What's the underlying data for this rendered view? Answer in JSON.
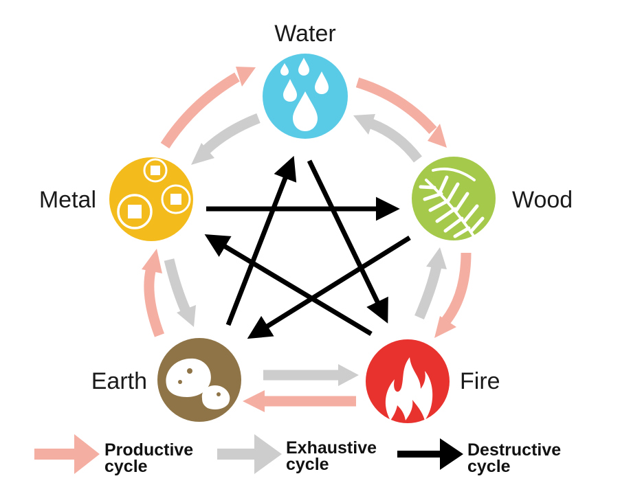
{
  "elements": {
    "water": {
      "label": "Water",
      "color": "#5acbe6",
      "icon": "water-drops-icon"
    },
    "wood": {
      "label": "Wood",
      "color": "#a5c94a",
      "icon": "leaf-icon"
    },
    "fire": {
      "label": "Fire",
      "color": "#e8322e",
      "icon": "flame-icon"
    },
    "earth": {
      "label": "Earth",
      "color": "#8e7447",
      "icon": "rocks-icon"
    },
    "metal": {
      "label": "Metal",
      "color": "#f3bb1c",
      "icon": "coins-icon"
    }
  },
  "cycles": {
    "productive": {
      "color": "#f4aea2",
      "order": [
        "water",
        "wood",
        "fire",
        "earth",
        "metal"
      ]
    },
    "exhaustive": {
      "color": "#cdcdcd",
      "order": [
        "water",
        "metal",
        "earth",
        "fire",
        "wood"
      ]
    },
    "destructive": {
      "color": "#000000",
      "pairs": [
        [
          "water",
          "fire"
        ],
        [
          "fire",
          "metal"
        ],
        [
          "metal",
          "wood"
        ],
        [
          "wood",
          "earth"
        ],
        [
          "earth",
          "water"
        ]
      ]
    }
  },
  "legend": {
    "productive_line1": "Productive",
    "productive_line2": "cycle",
    "exhaustive_line1": "Exhaustive",
    "exhaustive_line2": "cycle",
    "destructive_line1": "Destructive",
    "destructive_line2": "cycle"
  }
}
